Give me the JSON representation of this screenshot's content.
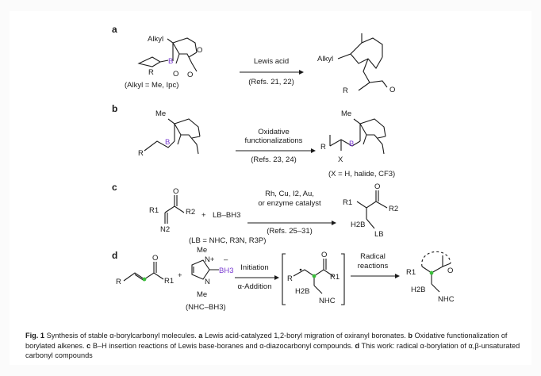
{
  "panels": {
    "a": {
      "letter": "a",
      "sm_alkyl": "Alkyl",
      "sm_sub": "(Alkyl = Me, Ipc)",
      "r": "R",
      "o1": "O",
      "o2": "O",
      "o3": "O",
      "b": "B",
      "arrow_top": "Lewis acid",
      "arrow_bottom": "(Refs. 21, 22)",
      "prod_alkyl": "Alkyl",
      "prod_r": "R",
      "prod_o": "O"
    },
    "b": {
      "letter": "b",
      "me": "Me",
      "r": "R",
      "arrow_top1": "Oxidative",
      "arrow_top2": "functionalizations",
      "arrow_bottom": "(Refs. 23, 24)",
      "prod_me": "Me",
      "prod_r": "R",
      "prod_x": "X",
      "prod_sub": "(X = H, halide, CF3)"
    },
    "c": {
      "letter": "c",
      "r1": "R1",
      "r2": "R2",
      "n2": "N2",
      "plus": "+",
      "reagent": "LB–BH3",
      "arrow_top1": "Rh, Cu, I2, Au,",
      "arrow_top2": "or enzyme catalyst",
      "arrow_bottom": "(Refs. 25–31)",
      "sub": "(LB = NHC, R3N, R3P)",
      "prod_h2b": "H2B",
      "prod_lb": "LB",
      "prod_r1": "R1",
      "prod_r2": "R2"
    },
    "d": {
      "letter": "d",
      "r": "R",
      "r1": "R1",
      "plus": "+",
      "me_top": "Me",
      "me_bot": "Me",
      "nplus": "N+",
      "n": "N",
      "bh3": "BH3",
      "minus": "–",
      "reagent_sub": "(NHC–BH3)",
      "arrow1_top": "Initiation",
      "arrow1_bottom": "α-Addition",
      "int_r": "R",
      "int_r1": "R1",
      "int_h2b": "H2B",
      "int_nhc": "NHC",
      "arrow2_top1": "Radical",
      "arrow2_top2": "reactions",
      "prod_r1": "R1",
      "prod_h2b": "H2B",
      "prod_nhc": "NHC"
    }
  },
  "caption": {
    "fig_label": "Fig. 1",
    "title": "Synthesis of stable α-borylcarbonyl molecules.",
    "a_letter": "a",
    "a_text": "Lewis acid-catalyzed 1,2-boryl migration of oxiranyl boronates.",
    "b_letter": "b",
    "b_text": "Oxidative functionalization of borylated alkenes.",
    "c_letter": "c",
    "c_text": "B–H insertion reactions of Lewis base-boranes and α-diazocarbonyl compounds.",
    "d_letter": "d",
    "d_text": "This work: radical α-borylation of α,β-unsaturated carbonyl compounds"
  },
  "colors": {
    "boron": "#7a3bd1",
    "green_dot": "#3bbf3b"
  }
}
